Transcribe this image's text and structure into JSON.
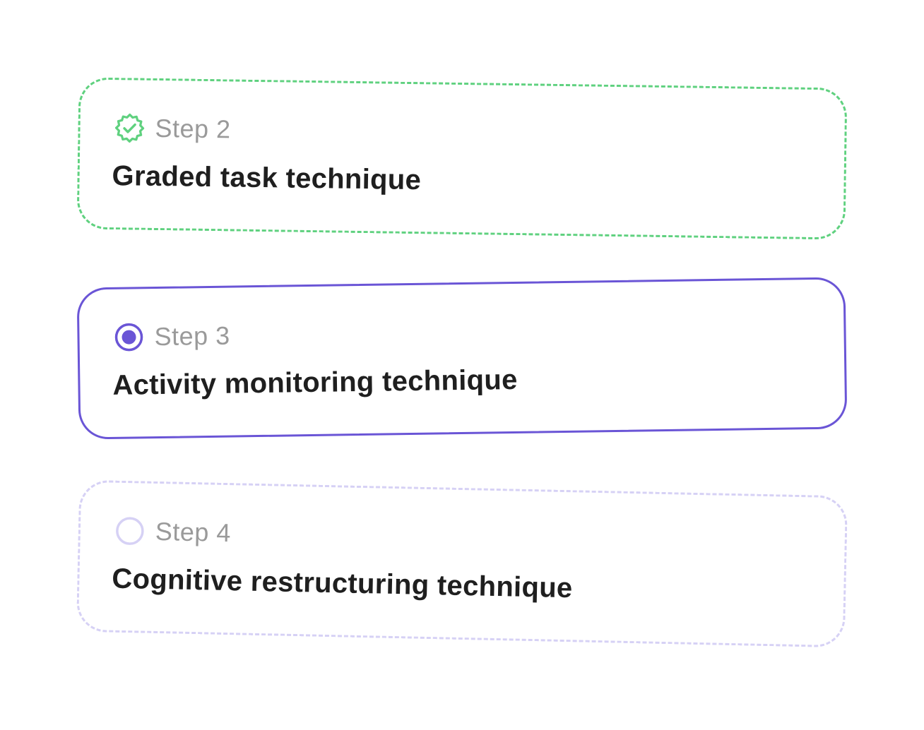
{
  "colors": {
    "completed": "#5fd17f",
    "active": "#6a55d6",
    "upcoming": "#d6d1f5",
    "label": "#9a9a9a",
    "title": "#1f1f1f"
  },
  "steps": [
    {
      "label": "Step 2",
      "title": "Graded task technique",
      "status": "completed",
      "icon": "verified-badge-icon"
    },
    {
      "label": "Step 3",
      "title": "Activity monitoring technique",
      "status": "active",
      "icon": "radio-selected-icon"
    },
    {
      "label": "Step 4",
      "title": "Cognitive restructuring technique",
      "status": "upcoming",
      "icon": "radio-empty-icon"
    }
  ]
}
